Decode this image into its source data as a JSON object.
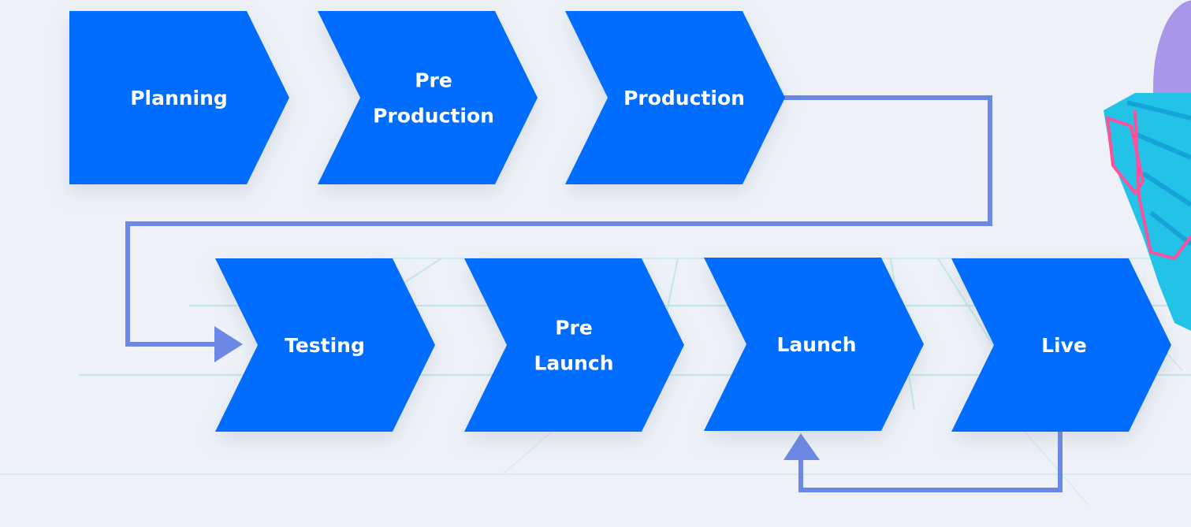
{
  "diagram": {
    "stages_row1": [
      {
        "lines": [
          "Planning"
        ]
      },
      {
        "lines": [
          "Pre",
          "Production"
        ]
      },
      {
        "lines": [
          "Production"
        ]
      }
    ],
    "stages_row2": [
      {
        "lines": [
          "Testing"
        ]
      },
      {
        "lines": [
          "Pre",
          "Launch"
        ]
      },
      {
        "lines": [
          "Launch"
        ]
      },
      {
        "lines": [
          "Live"
        ]
      }
    ]
  },
  "colors": {
    "background": "#eef2f8",
    "chevron_fill": "#006dff",
    "chevron_text": "#ffffff",
    "connector": "#6b88e6",
    "grid": "#9fe0d8",
    "mascot_cyan": "#23c3e8",
    "mascot_pink": "#ff4f9a",
    "mascot_purple": "#9b86e6"
  },
  "icons": {
    "arrow_into_testing": "arrow-right-icon",
    "arrow_into_launch": "arrow-up-icon",
    "decorative_mascot": "pixel-mascot-icon"
  }
}
